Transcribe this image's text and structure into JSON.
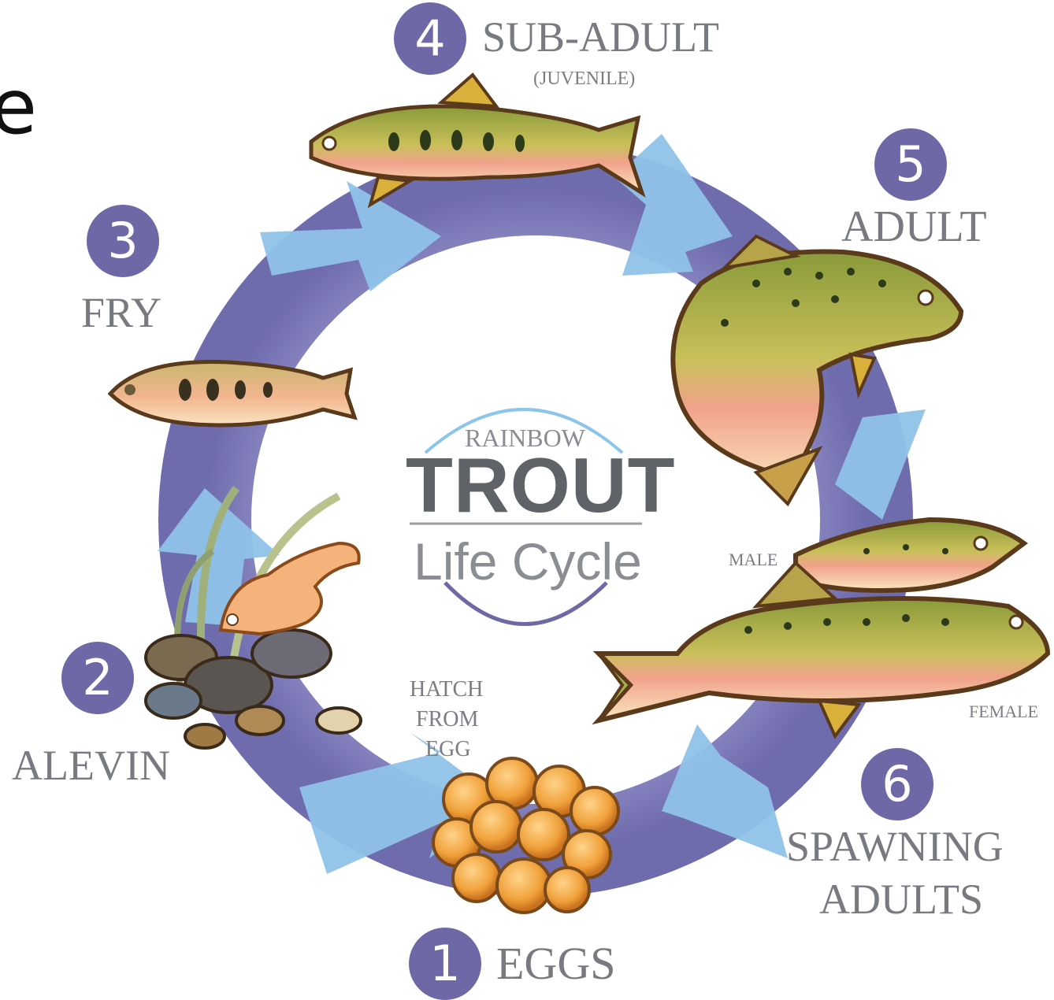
{
  "edge_text": "e",
  "stages": [
    {
      "num": "1",
      "label": "EGGS"
    },
    {
      "num": "2",
      "label": "ALEVIN"
    },
    {
      "num": "3",
      "label": "FRY"
    },
    {
      "num": "4",
      "label": "SUB-ADULT",
      "sublabel": "(JUVENILE)"
    },
    {
      "num": "5",
      "label": "ADULT"
    },
    {
      "num": "6",
      "label": "SPAWNING",
      "label2": "ADULTS"
    }
  ],
  "center": {
    "line1": "RAINBOW",
    "line2": "TROUT",
    "line3": "Life Cycle"
  },
  "hatch": {
    "l1": "HATCH",
    "l2": "FROM",
    "l3": "EGG"
  },
  "male": "MALE",
  "female": "FEMALE",
  "colors": {
    "cycle": "#7d79b8",
    "arrow": "#8ec1e6",
    "badge": "#6e69a6",
    "text": "#777a7f"
  }
}
